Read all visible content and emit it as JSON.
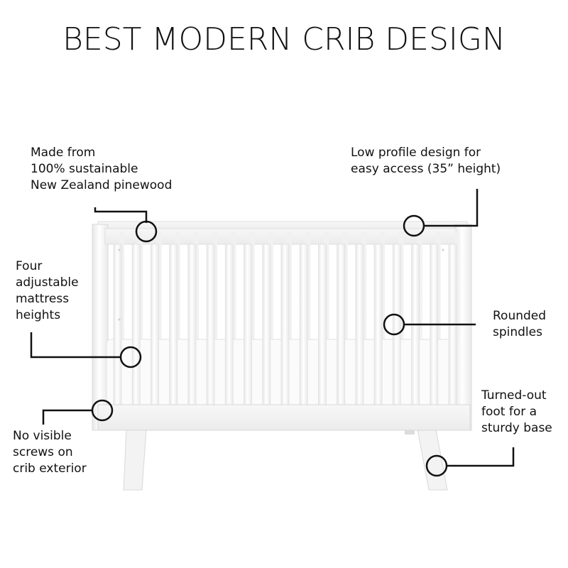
{
  "title": "BEST MODERN CRIB DESIGN",
  "callouts": {
    "material": {
      "lines": [
        "Made from",
        "100% sustainable",
        "New Zealand pinewood"
      ]
    },
    "low_profile": {
      "lines": [
        "Low profile design for",
        "easy access (35” height)"
      ]
    },
    "mattress": {
      "lines": [
        "Four",
        "adjustable",
        "mattress",
        "heights"
      ]
    },
    "spindles": {
      "lines": [
        "Rounded",
        "spindles"
      ]
    },
    "foot": {
      "lines": [
        "Turned-out",
        "foot for a",
        "sturdy base"
      ]
    },
    "screws": {
      "lines": [
        "No visible",
        "screws on",
        "crib exterior"
      ]
    }
  },
  "colors": {
    "crib": "#ffffff",
    "crib_shade": "#eeeeee",
    "crib_outline": "#d6d6d6",
    "marker": "#111111",
    "text": "#111111"
  }
}
